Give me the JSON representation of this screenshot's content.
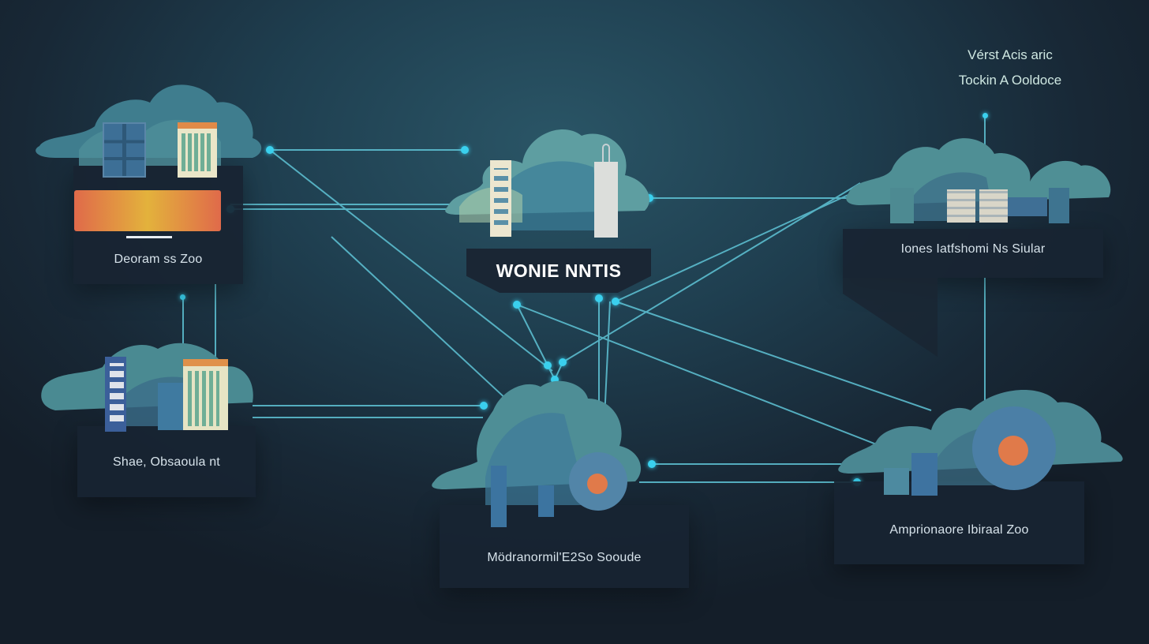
{
  "diagram": {
    "title": "WONIE NNTIS",
    "legend": [
      "Vérst Acis aric",
      "Tockin A Ooldoce"
    ],
    "nodes": [
      {
        "id": "n1",
        "label": "Deoram ss Zoo",
        "icon": "monitor-and-buildings"
      },
      {
        "id": "n2",
        "label": "Shae, Obsaoula nt",
        "icon": "buildings"
      },
      {
        "id": "n3",
        "label": "Iones Iatfshomi  Ns Siular",
        "icon": "servers"
      },
      {
        "id": "n4",
        "label": "Mödranormil'E2So Sooude",
        "icon": "map-pin-servers"
      },
      {
        "id": "n5",
        "label": "Amprionaore Ibiraal Zoo",
        "icon": "map-pin-devices"
      },
      {
        "id": "hub",
        "label": "WONIE NNTIS",
        "icon": "towers"
      }
    ],
    "colors": {
      "background": "#1c3242",
      "panel": "#182432",
      "wire": "#5fc4d6",
      "node_dot": "#3ad0ee",
      "cloud_light": "#7fb7a6",
      "cloud_dark": "#3f7d8e",
      "accent_orange": "#e07a4a",
      "accent_yellow": "#e3b23c"
    }
  }
}
